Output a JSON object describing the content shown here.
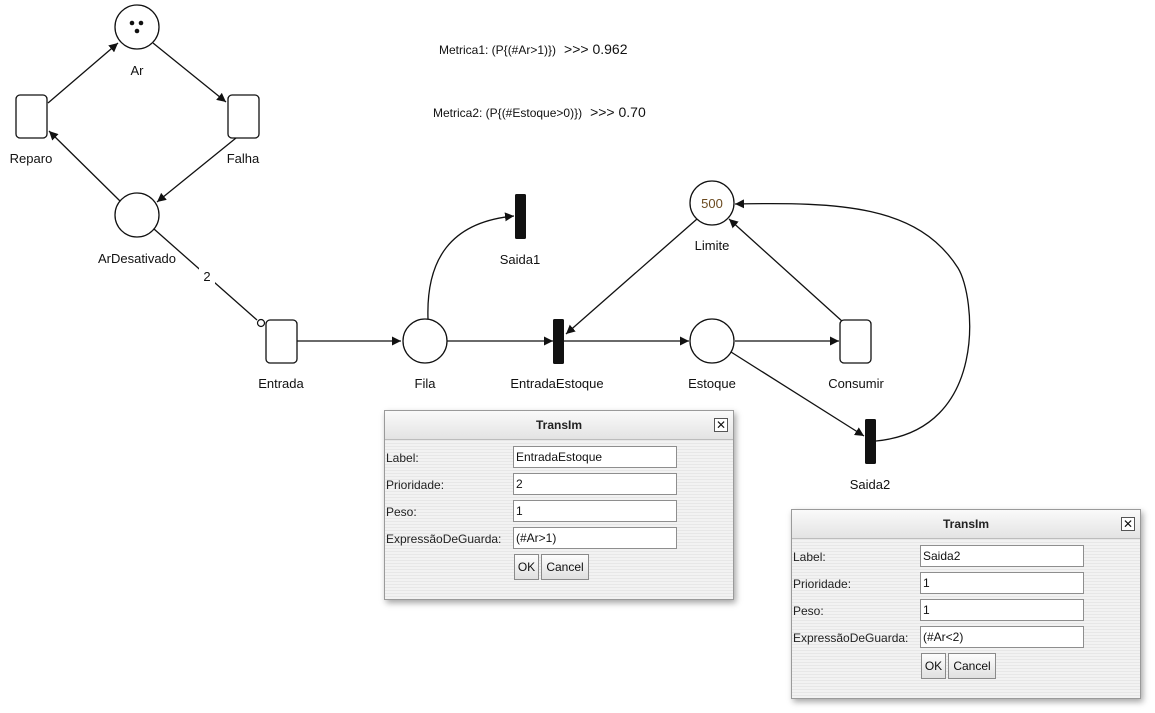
{
  "metrics": [
    {
      "expr": "Metrica1: (P{(#Ar>1)})",
      "result": ">>> 0.962"
    },
    {
      "expr": "Metrica2: (P{(#Estoque>0)})",
      "result": ">>> 0.70"
    }
  ],
  "net": {
    "places": {
      "ar": {
        "label": "Ar",
        "tokens": 3
      },
      "ardesativado": {
        "label": "ArDesativado"
      },
      "fila": {
        "label": "Fila"
      },
      "estoque": {
        "label": "Estoque"
      },
      "limite": {
        "label": "Limite",
        "token_text": "500"
      }
    },
    "transitions": {
      "reparo": "Reparo",
      "falha": "Falha",
      "entrada": "Entrada",
      "consumir": "Consumir",
      "saida1": "Saida1",
      "entradaestoque": "EntradaEstoque",
      "saida2": "Saida2"
    },
    "arc_weight": "2"
  },
  "dialog1": {
    "title": "TransIm",
    "label_label": "Label:",
    "label_value": "EntradaEstoque",
    "prioridade_label": "Prioridade:",
    "prioridade_value": "2",
    "peso_label": "Peso:",
    "peso_value": "1",
    "guarda_label": "ExpressãoDeGuarda:",
    "guarda_value": "(#Ar>1)",
    "ok": "OK",
    "cancel": "Cancel"
  },
  "dialog2": {
    "title": "TransIm",
    "label_label": "Label:",
    "label_value": "Saida2",
    "prioridade_label": "Prioridade:",
    "prioridade_value": "1",
    "peso_label": "Peso:",
    "peso_value": "1",
    "guarda_label": "ExpressãoDeGuarda:",
    "guarda_value": "(#Ar<2)",
    "ok": "OK",
    "cancel": "Cancel"
  },
  "colors": {
    "stroke": "#111111",
    "token_text": "#6b4a1f",
    "dialog_bg": "#efefef"
  }
}
